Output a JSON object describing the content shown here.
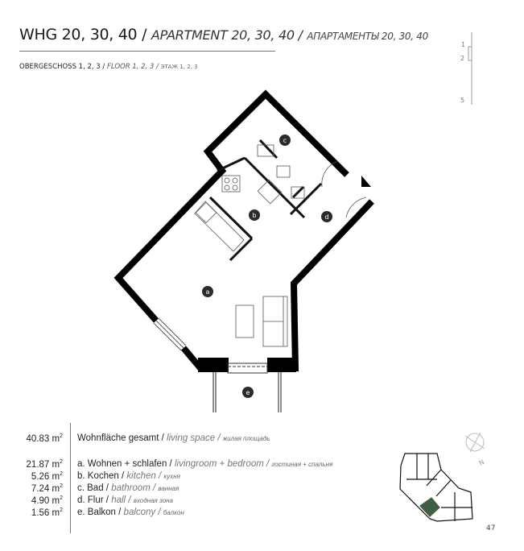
{
  "header": {
    "title_de": "WHG 20, 30, 40 /",
    "title_en": "APARTMENT 20, 30, 40 /",
    "title_ru": "АПАРТАМЕНТЫ 20, 30, 40",
    "subtitle_de": "OBERGESCHOSS 1, 2, 3 /",
    "subtitle_en": "FLOOR 1, 2, 3 /",
    "subtitle_ru": "ЭТАЖ 1, 2, 3"
  },
  "floor_indicator": [
    "1",
    "2",
    "5"
  ],
  "plan_labels": [
    "a",
    "b",
    "c",
    "d",
    "e"
  ],
  "total": {
    "value": "40.83 m",
    "label_de": "Wohnfläche gesamt /",
    "label_en": "living space /",
    "label_ru": "жилая площадь"
  },
  "rooms": [
    {
      "value": "21.87 m",
      "label_de": "a. Wohnen + schlafen /",
      "label_en": "livingroom + bedroom /",
      "label_ru": "гостиная + спальня"
    },
    {
      "value": "5.26 m",
      "label_de": "b. Kochen /",
      "label_en": "kitchen /",
      "label_ru": "кухня"
    },
    {
      "value": "7.24 m",
      "label_de": "c. Bad /",
      "label_en": "bathroom /",
      "label_ru": "ванная"
    },
    {
      "value": "4.90 m",
      "label_de": "d. Flur /",
      "label_en": "hall /",
      "label_ru": "входная зона"
    },
    {
      "value": "1.56 m",
      "label_de": "e. Balkon /",
      "label_en": "balcony /",
      "label_ru": "балкон"
    }
  ],
  "unit_sup": "2",
  "compass_label": "N",
  "page_number": "47",
  "colors": {
    "accent": "#5a8a63",
    "highlight": "#3f5e45"
  }
}
